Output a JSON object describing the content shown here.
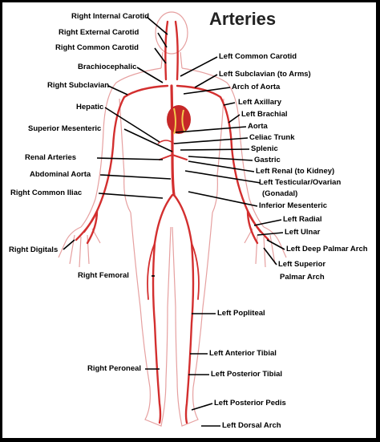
{
  "title": "Arteries",
  "colors": {
    "artery": "#d32f2f",
    "outline": "#e6a0a0",
    "heart": "#c62828",
    "leader": "#000000"
  },
  "labels": {
    "right_internal_carotid": "Right Internal Carotid",
    "right_external_carotid": "Right External Carotid",
    "right_common_carotid": "Right Common Carotid",
    "brachiocephalic": "Brachiocephalic",
    "right_subclavian": "Right Subclavian",
    "hepatic": "Hepatic",
    "superior_mesenteric": "Superior Mesenteric",
    "renal_arteries": "Renal Arteries",
    "abdominal_aorta": "Abdominal Aorta",
    "right_common_iliac": "Right Common Iliac",
    "right_digitals": "Right Digitals",
    "right_femoral": "Right Femoral",
    "right_peroneal": "Right Peroneal",
    "left_common_carotid": "Left Common Carotid",
    "left_subclavian": "Left Subclavian (to Arms)",
    "arch_of_aorta": "Arch of Aorta",
    "left_axillary": "Left Axillary",
    "left_brachial": "Left Brachial",
    "aorta": "Aorta",
    "celiac_trunk": "Celiac Trunk",
    "splenic": "Splenic",
    "gastric": "Gastric",
    "left_renal": "Left Renal (to Kidney)",
    "left_testicular_ovarian": "Left Testicular/Ovarian",
    "gonadal": "(Gonadal)",
    "inferior_mesenteric": "Inferior Mesenteric",
    "left_radial": "Left Radial",
    "left_ulnar": "Left Ulnar",
    "left_deep_palmar_arch": "Left Deep Palmar Arch",
    "left_superior": "Left Superior",
    "palmar_arch": "Palmar Arch",
    "left_popliteal": "Left Popliteal",
    "left_anterior_tibial": "Left Anterior Tibial",
    "left_posterior_tibial": "Left Posterior Tibial",
    "left_posterior_pedis": "Left Posterior Pedis",
    "left_dorsal_arch": "Left Dorsal Arch"
  }
}
